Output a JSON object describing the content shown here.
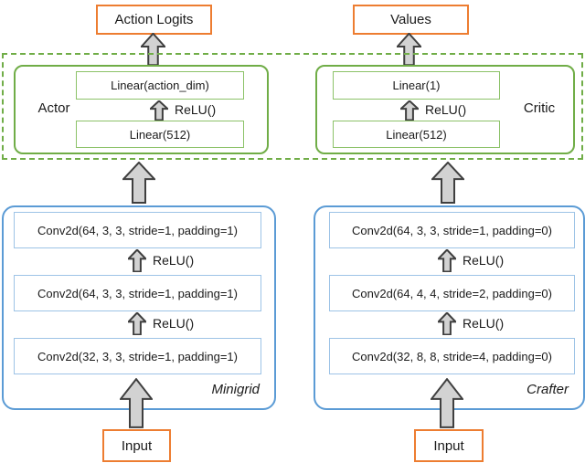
{
  "outputs": {
    "action_logits": "Action Logits",
    "values": "Values"
  },
  "heads": {
    "actor": {
      "label": "Actor",
      "linear_top": "Linear(action_dim)",
      "relu": "ReLU()",
      "linear_bottom": "Linear(512)"
    },
    "critic": {
      "label": "Critic",
      "linear_top": "Linear(1)",
      "relu": "ReLU()",
      "linear_bottom": "Linear(512)"
    }
  },
  "encoders": {
    "minigrid": {
      "label": "Minigrid",
      "convs": [
        "Conv2d(64, 3, 3, stride=1, padding=1)",
        "Conv2d(64, 3, 3, stride=1, padding=1)",
        "Conv2d(32, 3, 3, stride=1, padding=1)"
      ],
      "relus": [
        "ReLU()",
        "ReLU()"
      ]
    },
    "crafter": {
      "label": "Crafter",
      "convs": [
        "Conv2d(64, 3, 3, stride=1, padding=0)",
        "Conv2d(64, 4, 4, stride=2, padding=0)",
        "Conv2d(32, 8, 8, stride=4, padding=0)"
      ],
      "relus": [
        "ReLU()",
        "ReLU()"
      ]
    }
  },
  "inputs": {
    "left": "Input",
    "right": "Input"
  },
  "colors": {
    "orange": "#ED7D31",
    "green": "#70AD47",
    "green-light": "#8CC268",
    "blue": "#5B9BD5",
    "blue-light": "#9DC3E6",
    "arrow-fill": "#D2D2D2",
    "arrow-stroke": "#3F3F3F"
  }
}
